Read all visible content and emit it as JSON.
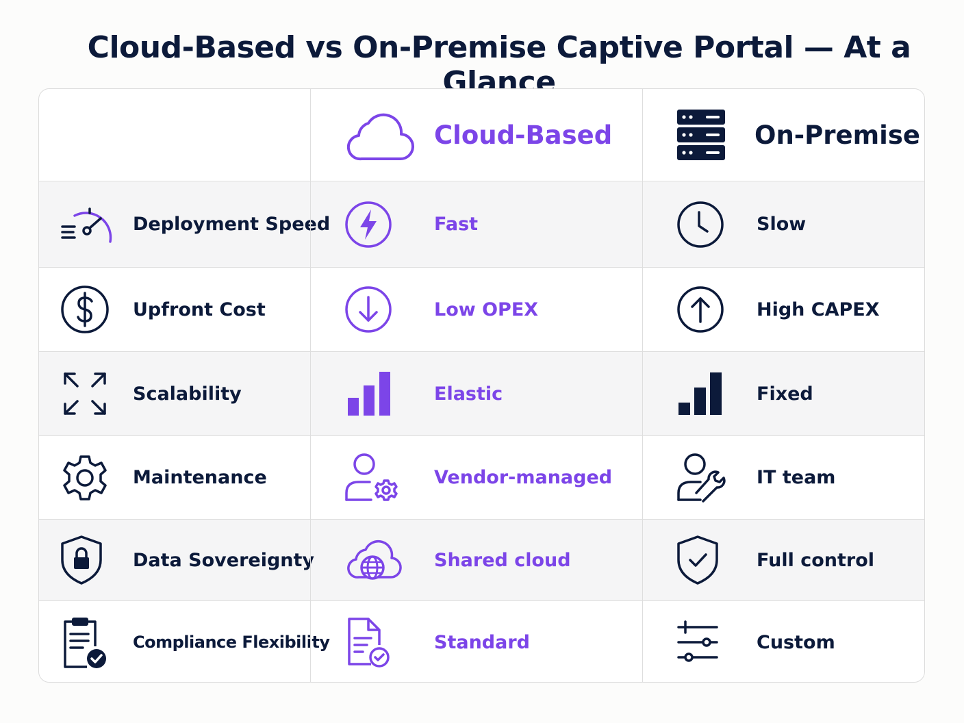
{
  "title": "Cloud-Based vs On-Premise Captive Portal — At a Glance",
  "columns": {
    "cloud": {
      "label": "Cloud-Based",
      "icon": "cloud-icon"
    },
    "onprem": {
      "label": "On-Premise",
      "icon": "server-rack-icon"
    }
  },
  "colors": {
    "accent": "#7c45e8",
    "dark": "#0c1a3a",
    "shade": "#f5f5f6"
  },
  "rows": [
    {
      "feature": "Deployment Speed",
      "feature_icon": "speedometer-icon",
      "cloud": "Fast",
      "cloud_icon": "lightning-icon",
      "onprem": "Slow",
      "onprem_icon": "clock-icon"
    },
    {
      "feature": "Upfront Cost",
      "feature_icon": "dollar-icon",
      "cloud": "Low OPEX",
      "cloud_icon": "arrow-down-icon",
      "onprem": "High CAPEX",
      "onprem_icon": "arrow-up-icon"
    },
    {
      "feature": "Scalability",
      "feature_icon": "expand-icon",
      "cloud": "Elastic",
      "cloud_icon": "bar-chart-icon",
      "onprem": "Fixed",
      "onprem_icon": "bar-chart-icon"
    },
    {
      "feature": "Maintenance",
      "feature_icon": "gear-icon",
      "cloud": "Vendor-managed",
      "cloud_icon": "user-gear-icon",
      "onprem": "IT team",
      "onprem_icon": "user-wrench-icon"
    },
    {
      "feature": "Data Sovereignty",
      "feature_icon": "shield-lock-icon",
      "cloud": "Shared cloud",
      "cloud_icon": "cloud-globe-icon",
      "onprem": "Full control",
      "onprem_icon": "shield-check-icon"
    },
    {
      "feature": "Compliance Flexibility",
      "feature_icon": "clipboard-check-icon",
      "cloud": "Standard",
      "cloud_icon": "document-check-icon",
      "onprem": "Custom",
      "onprem_icon": "sliders-icon"
    }
  ]
}
